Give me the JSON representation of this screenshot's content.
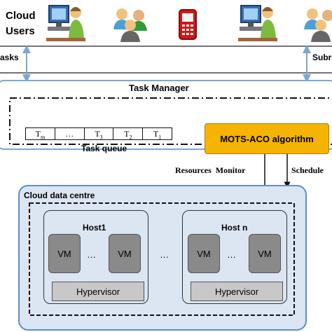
{
  "header": {
    "users_label": "Cloud\nUsers",
    "icons": [
      "user-at-computer-icon",
      "user-group-icon",
      "mobile-phone-icon",
      "user-at-computer-icon",
      "user-group-icon"
    ]
  },
  "arrows": {
    "left_label": "asks",
    "right_label": "Subr",
    "resources_monitor": "Resources  Monitor",
    "schedule": "Schedule"
  },
  "task_manager": {
    "title": "Task Manager",
    "queue_label": "Task queue",
    "queue_cells": [
      "T_m",
      "…",
      "T_3",
      "T_2",
      "T_1"
    ],
    "algorithm": "MOTS-ACO algorithm"
  },
  "data_centre": {
    "title": "Cloud data centre",
    "between_hosts": "…",
    "hosts": [
      {
        "name": "Host1",
        "vm_left": "VM",
        "vm_right": "VM",
        "between_vms": "…",
        "hypervisor": "Hypervisor"
      },
      {
        "name": "Host n",
        "vm_left": "VM",
        "vm_right": "VM",
        "between_vms": "…",
        "hypervisor": "Hypervisor"
      }
    ]
  },
  "colors": {
    "algorithm_fill": "#f5b400",
    "datacentre_fill": "#dce6f2",
    "datacentre_border": "#5b8fc8",
    "vm_fill": "#8a8a8a",
    "hypervisor_fill": "#c8c8c8",
    "arrow": "#7ba7d4"
  }
}
